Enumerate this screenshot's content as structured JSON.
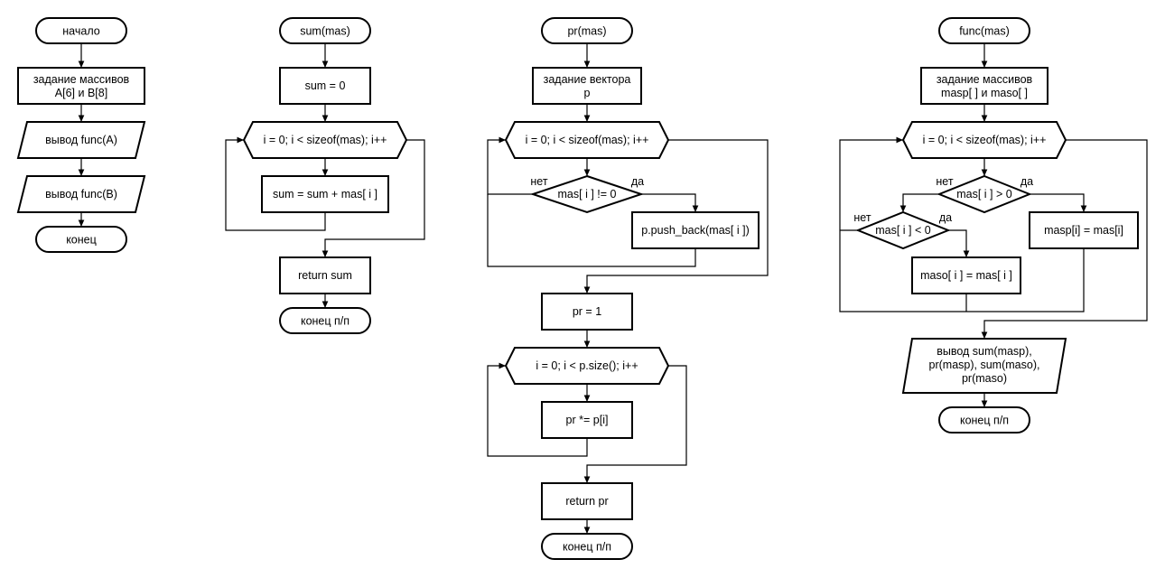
{
  "main": {
    "start": "начало",
    "init": [
      "задание массивов",
      "A[6] и B[8]"
    ],
    "outA": "вывод func(A)",
    "outB": "вывод func(B)",
    "end": "конец"
  },
  "sum": {
    "header": "sum(mas)",
    "init": "sum = 0",
    "loop": "i = 0; i < sizeof(mas); i++",
    "body": "sum = sum + mas[ i ]",
    "ret": "return sum",
    "end": "конец п/п"
  },
  "pr": {
    "header": "pr(mas)",
    "init": [
      "задание вектора",
      "p"
    ],
    "loop1": "i = 0; i < sizeof(mas); i++",
    "cond": "mas[ i ] != 0",
    "no": "нет",
    "yes": "да",
    "push": "p.push_back(mas[ i ])",
    "prinit": "pr = 1",
    "loop2": "i = 0; i < p.size(); i++",
    "mult": "pr *= p[i]",
    "ret": "return pr",
    "end": "конец п/п"
  },
  "func": {
    "header": "func(mas)",
    "init": [
      "задание массивов",
      "masp[ ] и maso[ ]"
    ],
    "loop": "i = 0; i < sizeof(mas); i++",
    "cond1": "mas[ i ] > 0",
    "cond2": "mas[ i ] < 0",
    "no1": "нет",
    "yes1": "да",
    "no2": "нет",
    "yes2": "да",
    "aspos": "masp[i] = mas[i]",
    "asneg": "maso[ i ] = mas[ i ]",
    "out": [
      "вывод sum(masp),",
      "pr(masp), sum(maso),",
      "pr(maso)"
    ],
    "end": "конец п/п"
  }
}
